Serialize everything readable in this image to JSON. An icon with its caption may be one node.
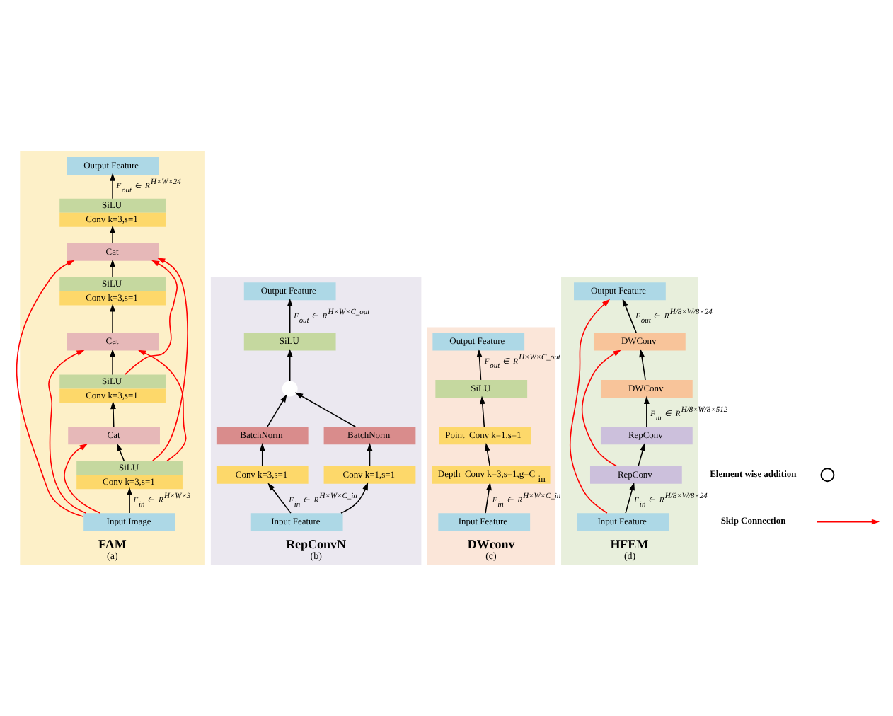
{
  "diagram": {
    "nodes": [
      {
        "text": [
          "FAM",
          "(a)"
        ]
      },
      {
        "text": [
          "Output Feature"
        ],
        "in": 0
      },
      {
        "text": [
          "SiLU",
          "Conv k=3,s=1"
        ],
        "in": 0
      },
      {
        "text": [
          "Cat"
        ],
        "in": 0
      },
      {
        "text": [
          "SiLU",
          "Conv k=3,s=1"
        ],
        "in": 0
      },
      {
        "text": [
          "Cat"
        ],
        "in": 0
      },
      {
        "text": [
          "SiLU",
          "Conv k=3,s=1"
        ],
        "in": 0
      },
      {
        "text": [
          "Cat"
        ],
        "in": 0
      },
      {
        "text": [
          "SiLU",
          "Conv k=3,s=1"
        ],
        "in": 0
      },
      {
        "text": [
          "Input Image"
        ],
        "in": 0
      },
      {
        "text": [
          "RepConvN",
          "(b)"
        ]
      },
      {
        "text": [
          "Output Feature"
        ],
        "in": 10
      },
      {
        "text": [
          "SiLU"
        ],
        "in": 10
      },
      {
        "text": [],
        "shape": "circle",
        "in": 10
      },
      {
        "text": [
          "BatchNorm"
        ],
        "in": 10
      },
      {
        "text": [
          "BatchNorm"
        ],
        "in": 10
      },
      {
        "text": [
          "Conv k=3,s=1"
        ],
        "in": 10
      },
      {
        "text": [
          "Conv k=1,s=1"
        ],
        "in": 10
      },
      {
        "text": [
          "Input Feature"
        ],
        "in": 10
      },
      {
        "text": [
          "DWconv",
          "(c)"
        ]
      },
      {
        "text": [
          "Output Feature"
        ],
        "in": 19
      },
      {
        "text": [
          "SiLU"
        ],
        "in": 19
      },
      {
        "text": [
          "Point_Conv k=1,s=1"
        ],
        "in": 19
      },
      {
        "text": [
          "Depth_Conv k=3,s=1,g=C$_{in}$"
        ],
        "in": 19
      },
      {
        "text": [
          "Input Feature"
        ],
        "in": 19
      },
      {
        "text": [
          "HFEM",
          "(d)"
        ]
      },
      {
        "text": [
          "Output Feature"
        ],
        "in": 25
      },
      {
        "text": [
          "DWConv"
        ],
        "in": 25
      },
      {
        "text": [
          "DWConv"
        ],
        "in": 25
      },
      {
        "text": [
          "RepConv"
        ],
        "in": 25
      },
      {
        "text": [
          "RepConv"
        ],
        "in": 25
      },
      {
        "text": [
          "Input Feature"
        ],
        "in": 25
      }
    ],
    "edges": [
      {
        "from": 9,
        "to": 8,
        "arrow": "to",
        "label": "F$_{in}$ ∈ R$^{H×W×3}$"
      },
      {
        "from": 8,
        "to": 7,
        "arrow": "to"
      },
      {
        "from": 7,
        "to": 6,
        "arrow": "to"
      },
      {
        "from": 6,
        "to": 5,
        "arrow": "to"
      },
      {
        "from": 5,
        "to": 4,
        "arrow": "to"
      },
      {
        "from": 4,
        "to": 3,
        "arrow": "to"
      },
      {
        "from": 3,
        "to": 2,
        "arrow": "to"
      },
      {
        "from": 2,
        "to": 1,
        "arrow": "to",
        "label": "F$_{out}$ ∈ R$^{H×W×24}$"
      },
      {
        "from": 9,
        "to": 7,
        "arrow": "to",
        "color": "#ff0000"
      },
      {
        "from": 9,
        "to": 5,
        "arrow": "to",
        "color": "#ff0000"
      },
      {
        "from": 9,
        "to": 3,
        "arrow": "to",
        "color": "#ff0000"
      },
      {
        "from": 8,
        "to": 5,
        "arrow": "to",
        "color": "#ff0000"
      },
      {
        "from": 8,
        "to": 3,
        "arrow": "to",
        "color": "#ff0000"
      },
      {
        "from": 6,
        "to": 3,
        "arrow": "to",
        "color": "#ff0000"
      },
      {
        "from": 18,
        "to": 16,
        "arrow": "to",
        "label": "F$_{in}$ ∈ R$^{H×W×C_in}$"
      },
      {
        "from": 18,
        "to": 17,
        "arrow": "to"
      },
      {
        "from": 16,
        "to": 14,
        "arrow": "to"
      },
      {
        "from": 17,
        "to": 15,
        "arrow": "to"
      },
      {
        "from": 14,
        "to": 13,
        "arrow": "to"
      },
      {
        "from": 15,
        "to": 13,
        "arrow": "to"
      },
      {
        "from": 13,
        "to": 12,
        "arrow": "to"
      },
      {
        "from": 12,
        "to": 11,
        "arrow": "to",
        "label": "F$_{out}$ ∈ R$^{H×W×C_out}$"
      },
      {
        "from": 24,
        "to": 23,
        "arrow": "to",
        "label": "F$_{in}$ ∈ R$^{H×W×C_in}$"
      },
      {
        "from": 23,
        "to": 22,
        "arrow": "to"
      },
      {
        "from": 22,
        "to": 21,
        "arrow": "to"
      },
      {
        "from": 21,
        "to": 20,
        "arrow": "to",
        "label": "F$_{out}$ ∈ R$^{H×W×C_out}$"
      },
      {
        "from": 31,
        "to": 30,
        "arrow": "to",
        "label": "F$_{in}$ ∈ R$^{H/8×W/8×24}$"
      },
      {
        "from": 30,
        "to": 29,
        "arrow": "to"
      },
      {
        "from": 29,
        "to": 28,
        "arrow": "to",
        "label": "F$_{m}$ ∈ R$^{H/8×W/8×512}$"
      },
      {
        "from": 28,
        "to": 27,
        "arrow": "to"
      },
      {
        "from": 27,
        "to": 26,
        "arrow": "to",
        "label": "F$_{out}$ ∈ R$^{H/8×W/8×24}$"
      },
      {
        "from": 30,
        "to": 27,
        "arrow": "to",
        "color": "#ff0000"
      },
      {
        "from": 31,
        "to": 26,
        "arrow": "to",
        "color": "#ff0000"
      }
    ],
    "legend": [
      {
        "text": "Element wise addition"
      },
      {
        "text": "Skip Connection"
      }
    ]
  }
}
